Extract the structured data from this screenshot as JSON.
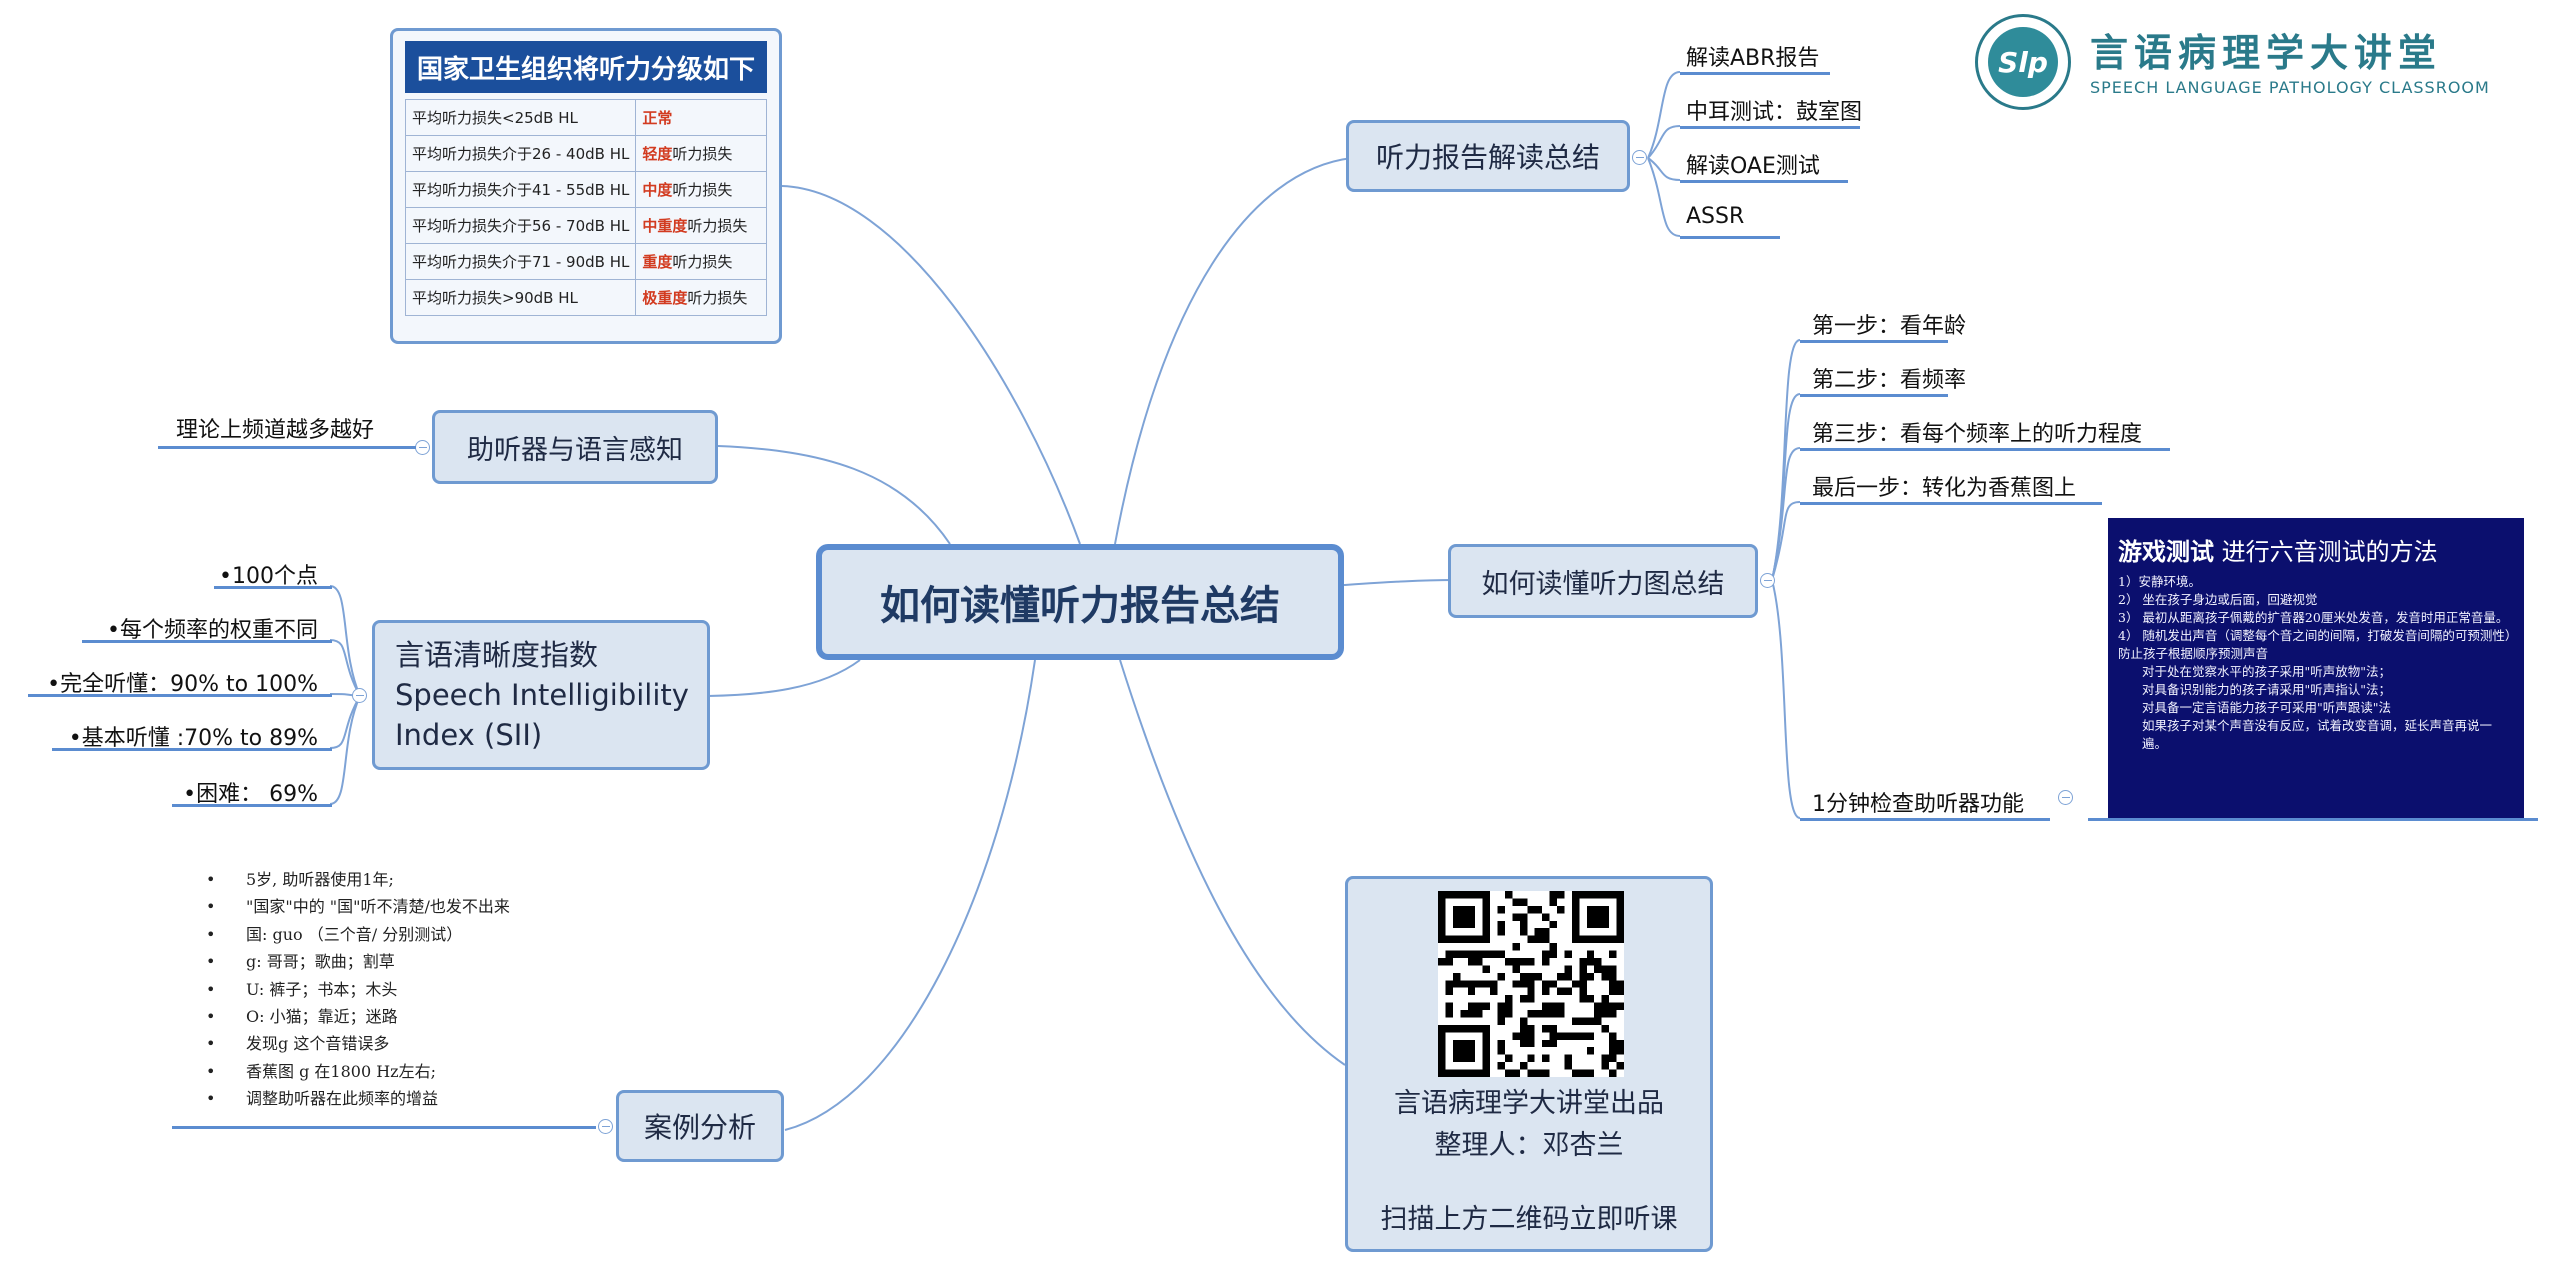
{
  "central": {
    "title": "如何读懂听力报告总结"
  },
  "logo": {
    "cn": "言语病理学大讲堂",
    "en": "SPEECH LANGUAGE PATHOLOGY CLASSROOM",
    "mark": "Slp"
  },
  "hearing_table": {
    "title": "国家卫生组织将听力分级如下",
    "rows": [
      {
        "range": "平均听力损失<25dB HL",
        "level_red": "正常",
        "level_rest": ""
      },
      {
        "range": "平均听力损失介于26 - 40dB HL",
        "level_red": "轻度",
        "level_rest": "听力损失"
      },
      {
        "range": "平均听力损失介于41 - 55dB HL",
        "level_red": "中度",
        "level_rest": "听力损失"
      },
      {
        "range": "平均听力损失介于56 - 70dB HL",
        "level_red": "中重度",
        "level_rest": "听力损失"
      },
      {
        "range": "平均听力损失介于71 - 90dB HL",
        "level_red": "重度",
        "level_rest": "听力损失"
      },
      {
        "range": "平均听力损失>90dB HL",
        "level_red": "极重度",
        "level_rest": "听力损失"
      }
    ]
  },
  "left": {
    "hearing_aid": {
      "label": "助听器与语言感知",
      "leaf": "理论上频道越多越好"
    },
    "sii": {
      "label_line1": "言语清晰度指数",
      "label_line2": "Speech Intelligibility",
      "label_line3": "Index (SII)",
      "leaves": [
        "•100个点",
        "•每个频率的权重不同",
        "•完全听懂：90% to 100%",
        "•基本听懂 :70% to 89%",
        "•困难： 69%"
      ]
    },
    "case": {
      "label": "案例分析",
      "items": [
        "5岁, 助听器使用1年;",
        "\"国家\"中的 \"国\"听不清楚/也发不出来",
        "国: guo （三个音/ 分别测试）",
        "g: 哥哥；歌曲；割草",
        "U: 裤子；书本；木头",
        "O: 小猫；靠近；迷路",
        "发现g 这个音错误多",
        "香蕉图 g 在1800 Hz左右;",
        "调整助听器在此频率的增益"
      ]
    }
  },
  "right": {
    "report": {
      "label": "听力报告解读总结",
      "leaves": [
        "解读ABR报告",
        "中耳测试：鼓室图",
        "解读OAE测试",
        "ASSR"
      ]
    },
    "audiogram": {
      "label": "如何读懂听力图总结",
      "leaves": [
        "第一步：看年龄",
        "第二步：看频率",
        "第三步：看每个频率上的听力程度",
        "最后一步：转化为香蕉图上",
        "1分钟检查助听器功能"
      ]
    },
    "game": {
      "title_bold": "游戏测试",
      "title_rest": " 进行六音测试的方法",
      "lines": [
        "1）安静环境。",
        "2） 坐在孩子身边或后面，回避视觉",
        "3） 最初从距离孩子佩戴的扩音器20厘米处发音，发音时用正常音量。",
        "4） 随机发出声音（调整每个音之间的间隔，打破发音间隔的可预测性）防止孩子根据顺序预测声音",
        "对于处在觉察水平的孩子采用\"听声放物\"法；",
        "对具备识别能力的孩子请采用\"听声指认\"法；",
        "对具备一定言语能力孩子可采用\"听声跟读\"法",
        "如果孩子对某个声音没有反应，试着改变音调，延长声音再说一遍。"
      ]
    },
    "qr": {
      "line1": "言语病理学大讲堂出品",
      "line2": "整理人：邓杏兰",
      "line3": "扫描上方二维码立即听课"
    }
  },
  "colors": {
    "line": "#6f9ad1",
    "topic_fill": "#dbe5f1",
    "topic_border": "#6f9ad1",
    "table_head": "#1b4f9c",
    "game_bg": "#0b0f6e",
    "logo": "#2a7a8a"
  }
}
